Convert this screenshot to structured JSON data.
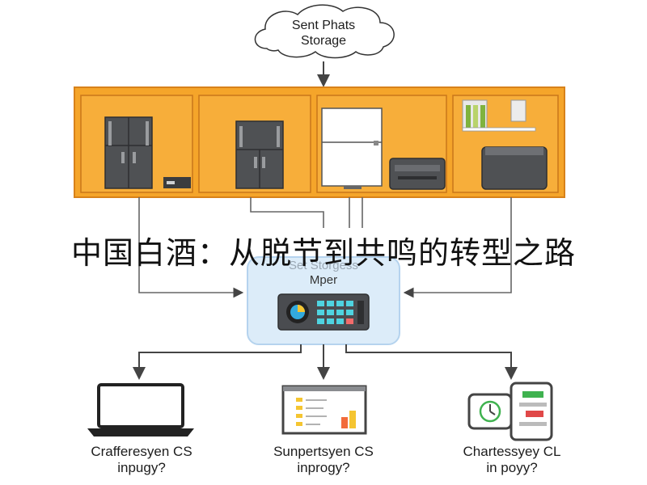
{
  "cloud": {
    "line1": "Sent Phats",
    "line2": "Storage"
  },
  "banner": {
    "title": "中国白酒：从脱节到共鸣的转型之路"
  },
  "hub": {
    "line1": "Set Storgess",
    "line2": "Mper"
  },
  "devices": [
    {
      "line1": "Crafferesyen CS",
      "line2": "inpugy?"
    },
    {
      "line1": "Sunpertsyen CS",
      "line2": "inprogy?"
    },
    {
      "line1": "Chartessyey CL",
      "line2": "in poyy?"
    }
  ],
  "colors": {
    "shelf": "#f5a52a",
    "shelf_border": "#d8821a",
    "hub_bg": "#dcecf9",
    "hub_border": "#b5d3ee",
    "device_gray": "#4f5154",
    "arrow": "#444444"
  }
}
